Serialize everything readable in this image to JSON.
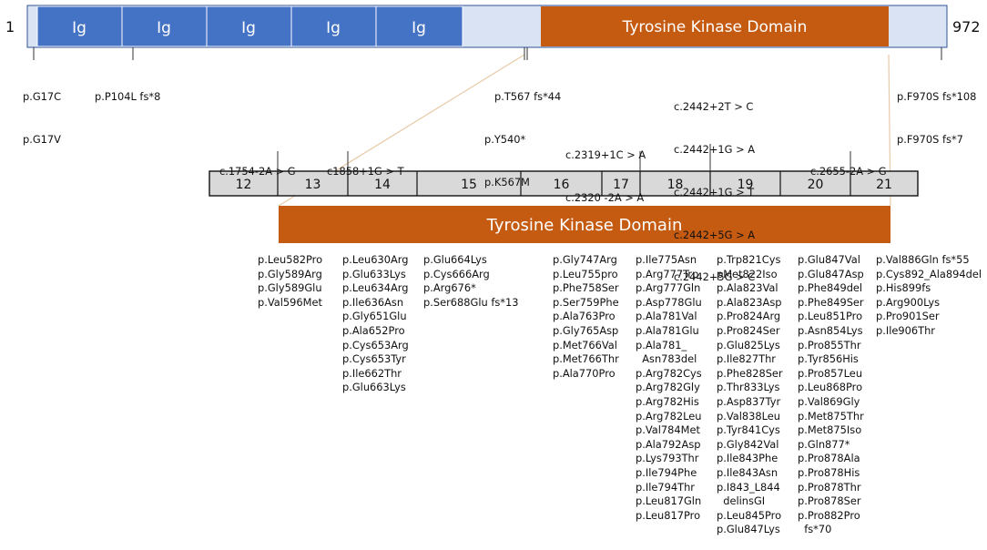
{
  "protein": {
    "start": "1",
    "end": "972",
    "ig_label": "Ig",
    "ig_count": 5,
    "kinase_label": "Tyrosine Kinase Domain",
    "colors": {
      "ig": "#4472C4",
      "kinase": "#C55A11",
      "backbone": "#DAE3F3",
      "outline": "#2F5597",
      "exon_fill": "#D9D9D9",
      "connector": "#E8C9A8"
    }
  },
  "top_mutations": [
    {
      "lines": [
        "p.G17C",
        "p.G17V"
      ]
    },
    {
      "lines": [
        "p.P104L fs*8"
      ]
    },
    {
      "lines": [
        "p.T567 fs*44",
        "p.Y540*",
        "p.K567M"
      ]
    },
    {
      "lines": [
        "p.F970S fs*108",
        "p.F970S fs*7"
      ]
    }
  ],
  "exons": [
    "12",
    "13",
    "14",
    "15",
    "16",
    "17",
    "18",
    "19",
    "20",
    "21"
  ],
  "splice_labels": [
    {
      "lines": [
        "c.1754-2A > G"
      ]
    },
    {
      "lines": [
        "c1858+1G > T"
      ]
    },
    {
      "lines": [
        "c.2319+1C > A",
        "c.2320 -2A > A"
      ]
    },
    {
      "lines": [
        "c.2442+2T > C",
        "c.2442+1G > A",
        "c.2442+1G > T",
        "c.2442+5G > A",
        "c.2442+5G > C"
      ]
    },
    {
      "lines": [
        "c.2655-2A > G"
      ]
    }
  ],
  "kinase_bottom_label": "Tyrosine Kinase Domain",
  "mutation_columns": [
    [
      "p.Leu582Pro",
      "p.Gly589Arg",
      "p.Gly589Glu",
      "p.Val596Met"
    ],
    [
      "p.Leu630Arg",
      "p.Glu633Lys",
      "p.Leu634Arg",
      "p.Ile636Asn",
      "p.Gly651Glu",
      "p.Ala652Pro",
      "p.Cys653Arg",
      "p.Cys653Tyr",
      "p.Ile662Thr",
      "p.Glu663Lys"
    ],
    [
      "p.Glu664Lys",
      "p.Cys666Arg",
      "p.Arg676*",
      "p.Ser688Glu fs*13"
    ],
    [
      "p.Gly747Arg",
      "p.Leu755pro",
      "p.Phe758Ser",
      "p.Ser759Phe",
      "p.Ala763Pro",
      "p.Gly765Asp",
      "p.Met766Val",
      "p.Met766Thr",
      "p.Ala770Pro"
    ],
    [
      "p.Ile775Asn",
      "p.Arg777Trp",
      "p.Arg777Gln",
      "p.Asp778Glu",
      "p.Ala781Val",
      "p.Ala781Glu",
      "p.Ala781_",
      "  Asn783del",
      "p.Arg782Cys",
      "p.Arg782Gly",
      "p.Arg782His",
      "p.Arg782Leu",
      "p.Val784Met",
      "p.Ala792Asp",
      "p.Lys793Thr",
      "p.Ile794Phe",
      "p.Ile794Thr",
      "p.Leu817Gln",
      "p.Leu817Pro"
    ],
    [
      "p.Trp821Cys",
      "pMet822Iso",
      "p.Ala823Val",
      "p.Ala823Asp",
      "p.Pro824Arg",
      "p.Pro824Ser",
      "p.Glu825Lys",
      "p.Ile827Thr",
      "p.Phe828Ser",
      "p.Thr833Lys",
      "p.Asp837Tyr",
      "p.Val838Leu",
      "p.Tyr841Cys",
      "p.Gly842Val",
      "p.Ile843Phe",
      "p.Ile843Asn",
      "p.I843_L844",
      "  delinsGI",
      "p.Leu845Pro",
      "p.Glu847Lys"
    ],
    [
      "p.Glu847Val",
      "p.Glu847Asp",
      "p.Phe849del",
      "p.Phe849Ser",
      "p.Leu851Pro",
      "p.Asn854Lys",
      "p.Pro855Thr",
      "p.Tyr856His",
      "p.Pro857Leu",
      "p.Leu868Pro",
      "p.Val869Gly",
      "p.Met875Thr",
      "p.Met875Iso",
      "p.Gln877*",
      "p.Pro878Ala",
      "p.Pro878His",
      "p.Pro878Thr",
      "p.Pro878Ser",
      "p.Pro882Pro",
      "  fs*70"
    ],
    [
      "p.Val886Gln fs*55",
      "p.Cys892_Ala894del",
      "p.His899fs",
      "p.Arg900Lys",
      "p.Pro901Ser",
      "p.Ile906Thr"
    ]
  ]
}
